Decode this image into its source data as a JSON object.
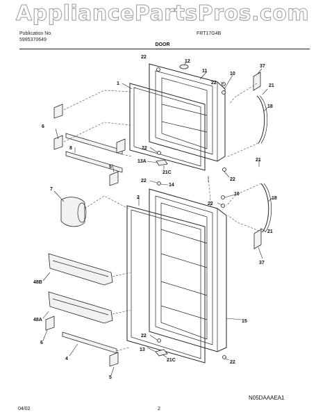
{
  "watermark": "AppliancePartsPros.com",
  "header": {
    "publication_label": "Publication No.",
    "publication_number": "5995370649",
    "model": "FRT17G4B",
    "section_title": "DOOR"
  },
  "footer": {
    "date": "04/02",
    "page": "2",
    "drawing_code": "N05DAAAEA1"
  },
  "callouts": {
    "p1": "1",
    "p2": "2",
    "p4": "4",
    "p5a": "5",
    "p5b": "5",
    "p6a": "6",
    "p6b": "6",
    "p7": "7",
    "p8": "8",
    "p10a": "10",
    "p10b": "10",
    "p11": "11",
    "p12": "12",
    "p13": "13",
    "p13a": "13A",
    "p14": "14",
    "p15": "15",
    "p18a": "18",
    "p18b": "18",
    "p21a": "21",
    "p21b": "21",
    "p21c": "21",
    "p21c1": "21C",
    "p21c2": "21C",
    "p22a": "22",
    "p22b": "22",
    "p22c": "22",
    "p22d": "22",
    "p22e": "22",
    "p22f": "22",
    "p22g": "22",
    "p22h": "22",
    "p37a": "37",
    "p37b": "37",
    "p48a": "48A",
    "p48b": "48B"
  }
}
